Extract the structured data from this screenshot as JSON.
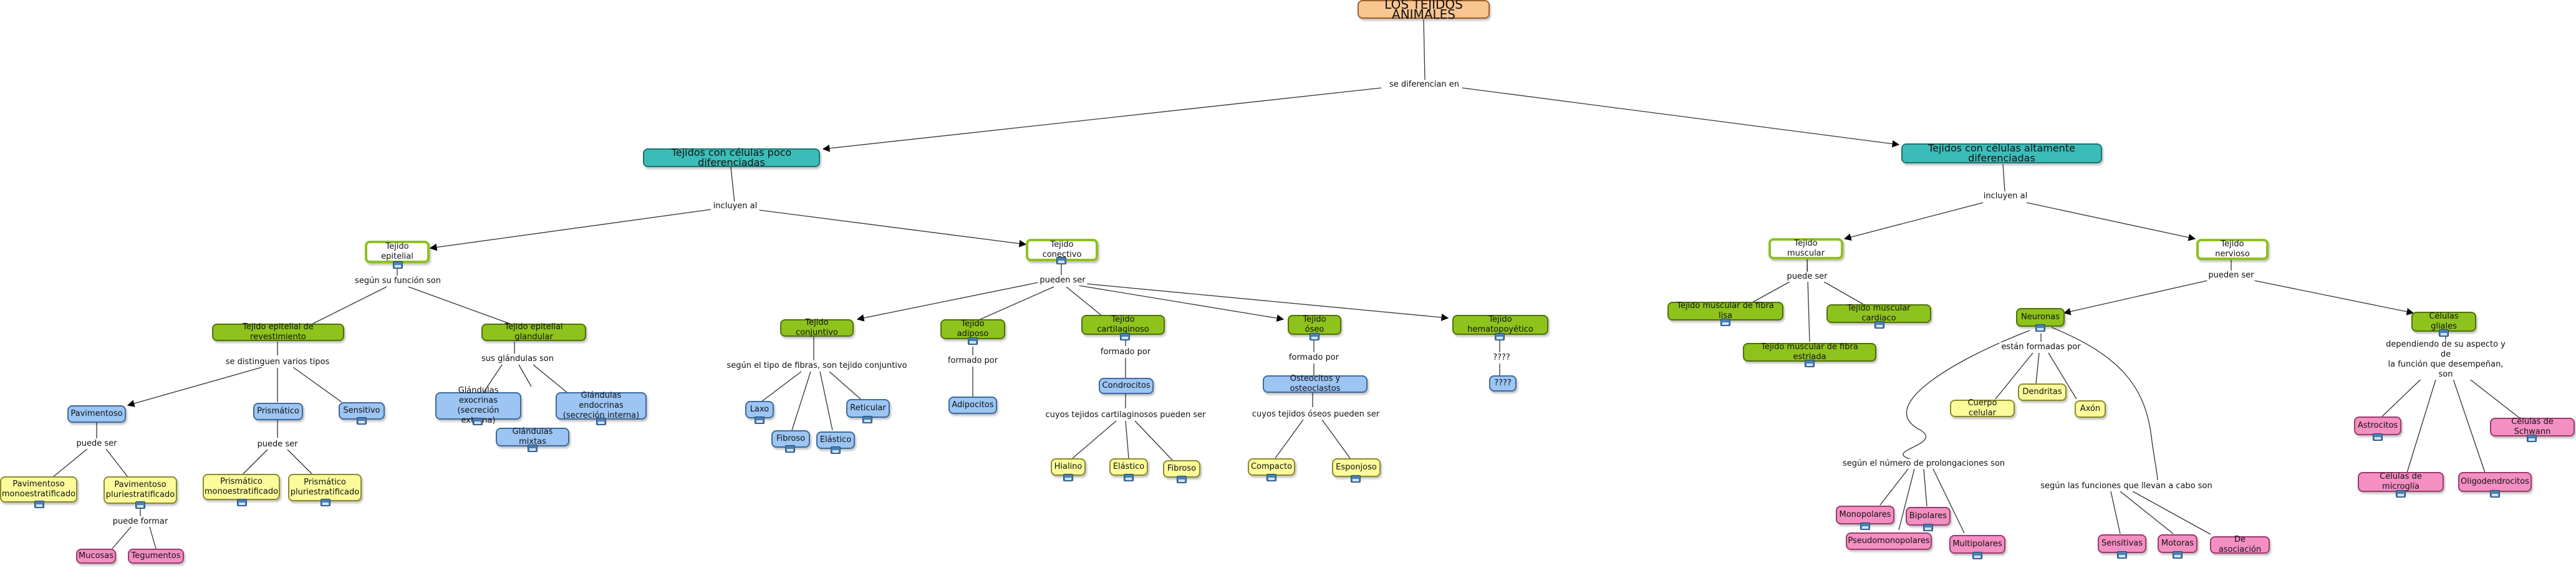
{
  "nodes": {
    "root": "LOS TEJIDOS ANIMALES",
    "poco": "Tejidos con células poco diferenciadas",
    "alta": "Tejidos con células altamente diferenciadas",
    "epitelial": "Tejido epitelial",
    "conectivo": "Tejido conectivo",
    "muscular": "Tejido muscular",
    "nervioso": "Tejido nervioso",
    "revestimiento": "Tejido epitelial de revestimiento",
    "glandular": "Tejido epitelial glandular",
    "pavimentoso": "Pavimentoso",
    "prismatico": "Prismático",
    "sensitivo": "Sensitivo",
    "pav_mono": "Pavimentoso\nmonoestratificado",
    "pav_pluri": "Pavimentoso\npluriestratificado",
    "pri_mono": "Prismático\nmonoestratificado",
    "pri_pluri": "Prismático\npluriestratificado",
    "mucosas": "Mucosas",
    "tegumentos": "Tegumentos",
    "exocrinas": "Glándulas exocrinas\n(secreción externa)",
    "endocrinas": "Glándulas endocrinas\n(secreción interna)",
    "mixtas": "Glándulas mixtas",
    "conjuntivo": "Tejido conjuntivo",
    "adiposo": "Tejido adiposo",
    "cartilaginoso": "Tejido cartilaginoso",
    "oseo": "Tejido óseo",
    "hematopoyetico": "Tejido hematopoyético",
    "laxo": "Laxo",
    "fibroso1": "Fibroso",
    "elastico1": "Elástico",
    "reticular": "Reticular",
    "adipocitos": "Adipocitos",
    "condrocitos": "Condrocitos",
    "osteocitos": "Osteocitos y osteoclastos",
    "q_node": "????",
    "hialino": "Hialino",
    "elastico2": "Elástico",
    "fibroso2": "Fibroso",
    "compacto": "Compacto",
    "esponjoso": "Esponjoso",
    "lisa": "Tejido muscular de fibra lisa",
    "cardiaco": "Tejido muscular cardiaco",
    "estriada": "Tejido muscular de fibra estriada",
    "neuronas": "Neuronas",
    "gliales": "Células gliales",
    "cuerpo": "Cuerpo celular",
    "dendritas": "Dendritas",
    "axon": "Axón",
    "monopolares": "Monopolares",
    "bipolares": "Bipolares",
    "pseudo": "Pseudomonopolares",
    "multipolares": "Multipolares",
    "sensitivas": "Sensitivas",
    "motoras": "Motoras",
    "asociacion": "De asociación",
    "astrocitos": "Astrocitos",
    "schwann": "Células de Schwann",
    "microglia": "Células de microglía",
    "oligo": "Oligodendrocitos"
  },
  "links": {
    "diferencian": "se diferencian en",
    "incluyen1": "incluyen al",
    "incluyen2": "incluyen al",
    "funcion": "según su función son",
    "pueden_ser1": "pueden ser",
    "puede_ser_mus": "puede ser",
    "pueden_ser_ner": "pueden ser",
    "distinguen": "se distinguen varios tipos",
    "glandulas": "sus glándulas son",
    "puede_ser_pav": "puede ser",
    "puede_ser_pri": "puede ser",
    "puede_formar": "puede formar",
    "tipo_fibras": "según el tipo de fibras, son tejido conjuntivo",
    "formado_adip": "formado por",
    "formado_cart": "formado por",
    "formado_oseo": "formado por",
    "q_link": "????",
    "cart_ser": "cuyos tejidos cartilaginosos pueden ser",
    "oseos_ser": "cuyos tejidos óseos pueden ser",
    "formadas_por": "están formadas por",
    "prolongaciones": "según el número de prolongaciones son",
    "funciones": "según las funciones que llevan a cabo son",
    "aspecto": "dependiendo de su aspecto y de\nla función que desempeñan, son"
  }
}
